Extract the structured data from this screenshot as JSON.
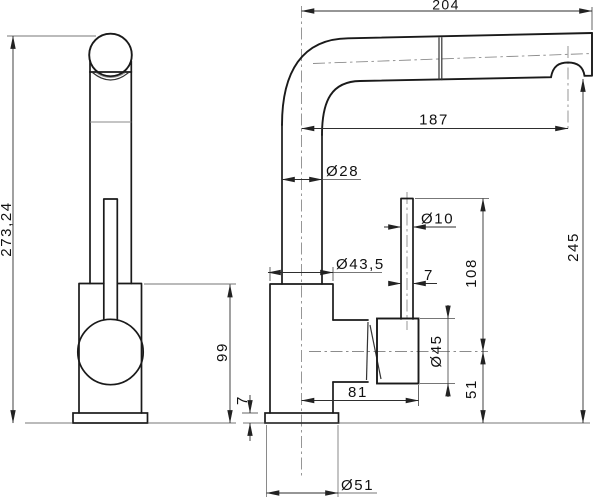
{
  "drawing": {
    "type": "technical-dimension-drawing",
    "subject": "single-lever kitchen mixer tap, front view and side view",
    "units": "mm",
    "colors": {
      "background": "#ffffff",
      "line": "#1a1a1a",
      "centerline": "#8c8c8c"
    }
  },
  "labels": {
    "front_total_height": "273,24",
    "front_body_height": "99",
    "base_plate_thickness": "7",
    "spout_reach_total": "204",
    "spout_reach_outlet": "187",
    "riser_diameter": "Ø28",
    "lever_diameter": "Ø10",
    "body_diameter": "Ø43,5",
    "lever_flat_width": "7",
    "lever_top_height": "108",
    "valve_body_diameter": "Ø45",
    "valve_reach": "81",
    "valve_axis_height": "51",
    "outlet_height": "245",
    "base_plate_diameter": "Ø51"
  }
}
